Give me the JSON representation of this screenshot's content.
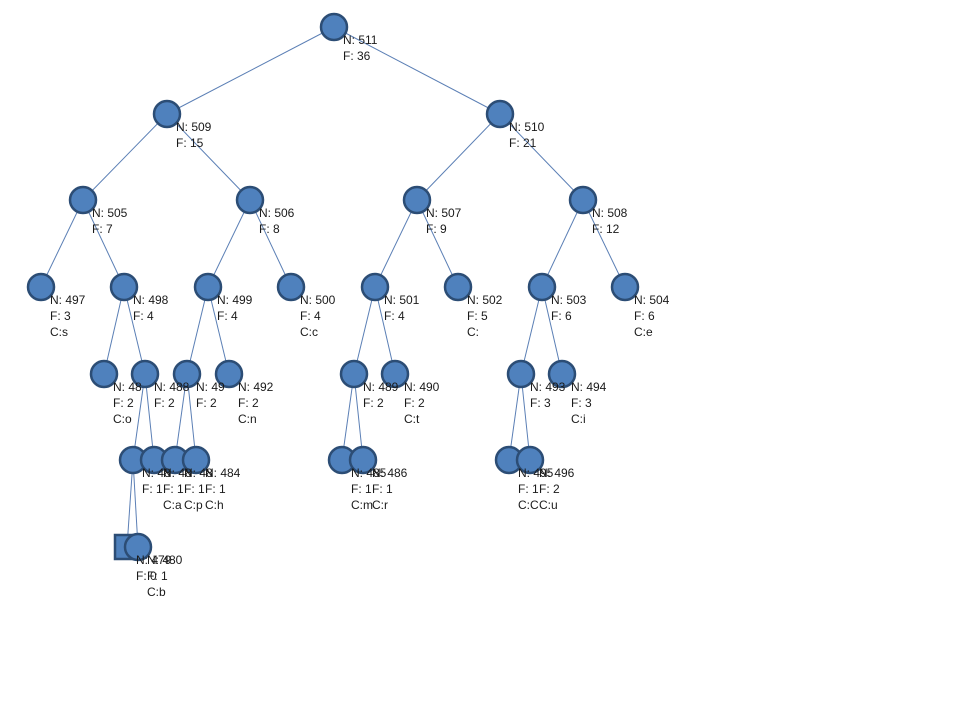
{
  "diagram": {
    "nodes": [
      {
        "id": "n511",
        "lines": [
          "N: 511",
          "F: 36"
        ]
      },
      {
        "id": "n509",
        "lines": [
          "N: 509",
          "F: 15"
        ]
      },
      {
        "id": "n510",
        "lines": [
          "N: 510",
          "F: 21"
        ]
      },
      {
        "id": "n505",
        "lines": [
          "N: 505",
          "F: 7"
        ]
      },
      {
        "id": "n506",
        "lines": [
          "N: 506",
          "F: 8"
        ]
      },
      {
        "id": "n507",
        "lines": [
          "N: 507",
          "F: 9"
        ]
      },
      {
        "id": "n508",
        "lines": [
          "N: 508",
          "F: 12"
        ]
      },
      {
        "id": "n497",
        "lines": [
          "N: 497",
          "F: 3",
          "C:s"
        ]
      },
      {
        "id": "n498",
        "lines": [
          "N: 498",
          "F: 4"
        ]
      },
      {
        "id": "n499",
        "lines": [
          "N: 499",
          "F: 4"
        ]
      },
      {
        "id": "n500",
        "lines": [
          "N: 500",
          "F: 4",
          "C:c"
        ]
      },
      {
        "id": "n501",
        "lines": [
          "N: 501",
          "F: 4"
        ]
      },
      {
        "id": "n502",
        "lines": [
          "N: 502",
          "F: 5",
          "C:"
        ]
      },
      {
        "id": "n503",
        "lines": [
          "N: 503",
          "F: 6"
        ]
      },
      {
        "id": "n504",
        "lines": [
          "N: 504",
          "F: 6",
          "C:e"
        ]
      },
      {
        "id": "n487",
        "lines": [
          "N: 48",
          "F: 2",
          "C:o"
        ]
      },
      {
        "id": "n488",
        "lines": [
          "N: 488",
          "F: 2"
        ]
      },
      {
        "id": "n491",
        "lines": [
          "N: 49",
          "F: 2"
        ]
      },
      {
        "id": "n492",
        "lines": [
          "N: 492",
          "F: 2",
          "C:n"
        ]
      },
      {
        "id": "n489",
        "lines": [
          "N: 489",
          "F: 2"
        ]
      },
      {
        "id": "n490",
        "lines": [
          "N: 490",
          "F: 2",
          "C:t"
        ]
      },
      {
        "id": "n493",
        "lines": [
          "N: 493",
          "F: 3"
        ]
      },
      {
        "id": "n494",
        "lines": [
          "N: 494",
          "F: 3",
          "C:i"
        ]
      },
      {
        "id": "n481",
        "lines": [
          "N: 48",
          "F: 1"
        ]
      },
      {
        "id": "n482",
        "lines": [
          "N: 48",
          "F: 1",
          "C:a"
        ]
      },
      {
        "id": "n483",
        "lines": [
          "N: 48",
          "F: 1",
          "C:p"
        ]
      },
      {
        "id": "n484",
        "lines": [
          "N: 484",
          "F: 1",
          "C:h"
        ]
      },
      {
        "id": "n485",
        "lines": [
          "N: 485",
          "F: 1",
          "C:m"
        ]
      },
      {
        "id": "n486",
        "lines": [
          "N: 486",
          "F: 1",
          "C:r"
        ]
      },
      {
        "id": "n495",
        "lines": [
          "N: 495",
          "F: 1",
          "C:C"
        ]
      },
      {
        "id": "n496",
        "lines": [
          "N: 496",
          "F: 2",
          "C:u"
        ]
      },
      {
        "id": "n479",
        "lines": [
          "N: 479",
          "F: 0"
        ]
      },
      {
        "id": "n480",
        "lines": [
          "N: 480",
          "F: 1",
          "C:b"
        ]
      }
    ],
    "edges": [
      [
        "n511",
        "n509"
      ],
      [
        "n511",
        "n510"
      ],
      [
        "n509",
        "n505"
      ],
      [
        "n509",
        "n506"
      ],
      [
        "n510",
        "n507"
      ],
      [
        "n510",
        "n508"
      ],
      [
        "n505",
        "n497"
      ],
      [
        "n505",
        "n498"
      ],
      [
        "n506",
        "n499"
      ],
      [
        "n506",
        "n500"
      ],
      [
        "n507",
        "n501"
      ],
      [
        "n507",
        "n502"
      ],
      [
        "n508",
        "n503"
      ],
      [
        "n508",
        "n504"
      ],
      [
        "n498",
        "n487"
      ],
      [
        "n498",
        "n488"
      ],
      [
        "n499",
        "n491"
      ],
      [
        "n499",
        "n492"
      ],
      [
        "n501",
        "n489"
      ],
      [
        "n501",
        "n490"
      ],
      [
        "n503",
        "n493"
      ],
      [
        "n503",
        "n494"
      ],
      [
        "n488",
        "n481"
      ],
      [
        "n488",
        "n482"
      ],
      [
        "n491",
        "n483"
      ],
      [
        "n491",
        "n484"
      ],
      [
        "n489",
        "n485"
      ],
      [
        "n489",
        "n486"
      ],
      [
        "n493",
        "n495"
      ],
      [
        "n493",
        "n496"
      ],
      [
        "n481",
        "n479"
      ],
      [
        "n481",
        "n480"
      ]
    ]
  }
}
